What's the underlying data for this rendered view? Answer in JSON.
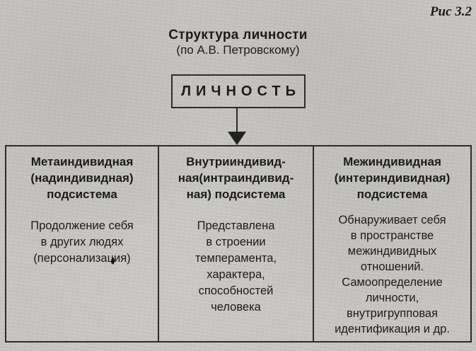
{
  "figure": {
    "label": "Рис 3.2",
    "title": "Структура личности",
    "subtitle": "(по А.В. Петровскому)"
  },
  "root": {
    "label": "ЛИЧНОСТЬ"
  },
  "diagram": {
    "columns": [
      {
        "header": "Метаиндивидная\n(надиндивидная)\nподсистема",
        "body": "Продолжение себя\nв других людях\n(персонализация)"
      },
      {
        "header": "Внутрииндивид-\nная(интраиндивид-\nная) подсистема",
        "body": "Представлена\nв строении\nтемперамента,\nхарактера,\nспособностей\nчеловека"
      },
      {
        "header": "Межиндивидная\n(интериндивидная)\nподсистема",
        "body": "Обнаруживает себя\nв пространстве\nмежиндивидных\nотношений.\nСамоопределение\nличности,\nвнутригрупповая\nидентификация и др."
      }
    ]
  },
  "colors": {
    "paper": "#c6c5c3",
    "ink": "#1b1b1b",
    "line": "#2c2c2c"
  }
}
